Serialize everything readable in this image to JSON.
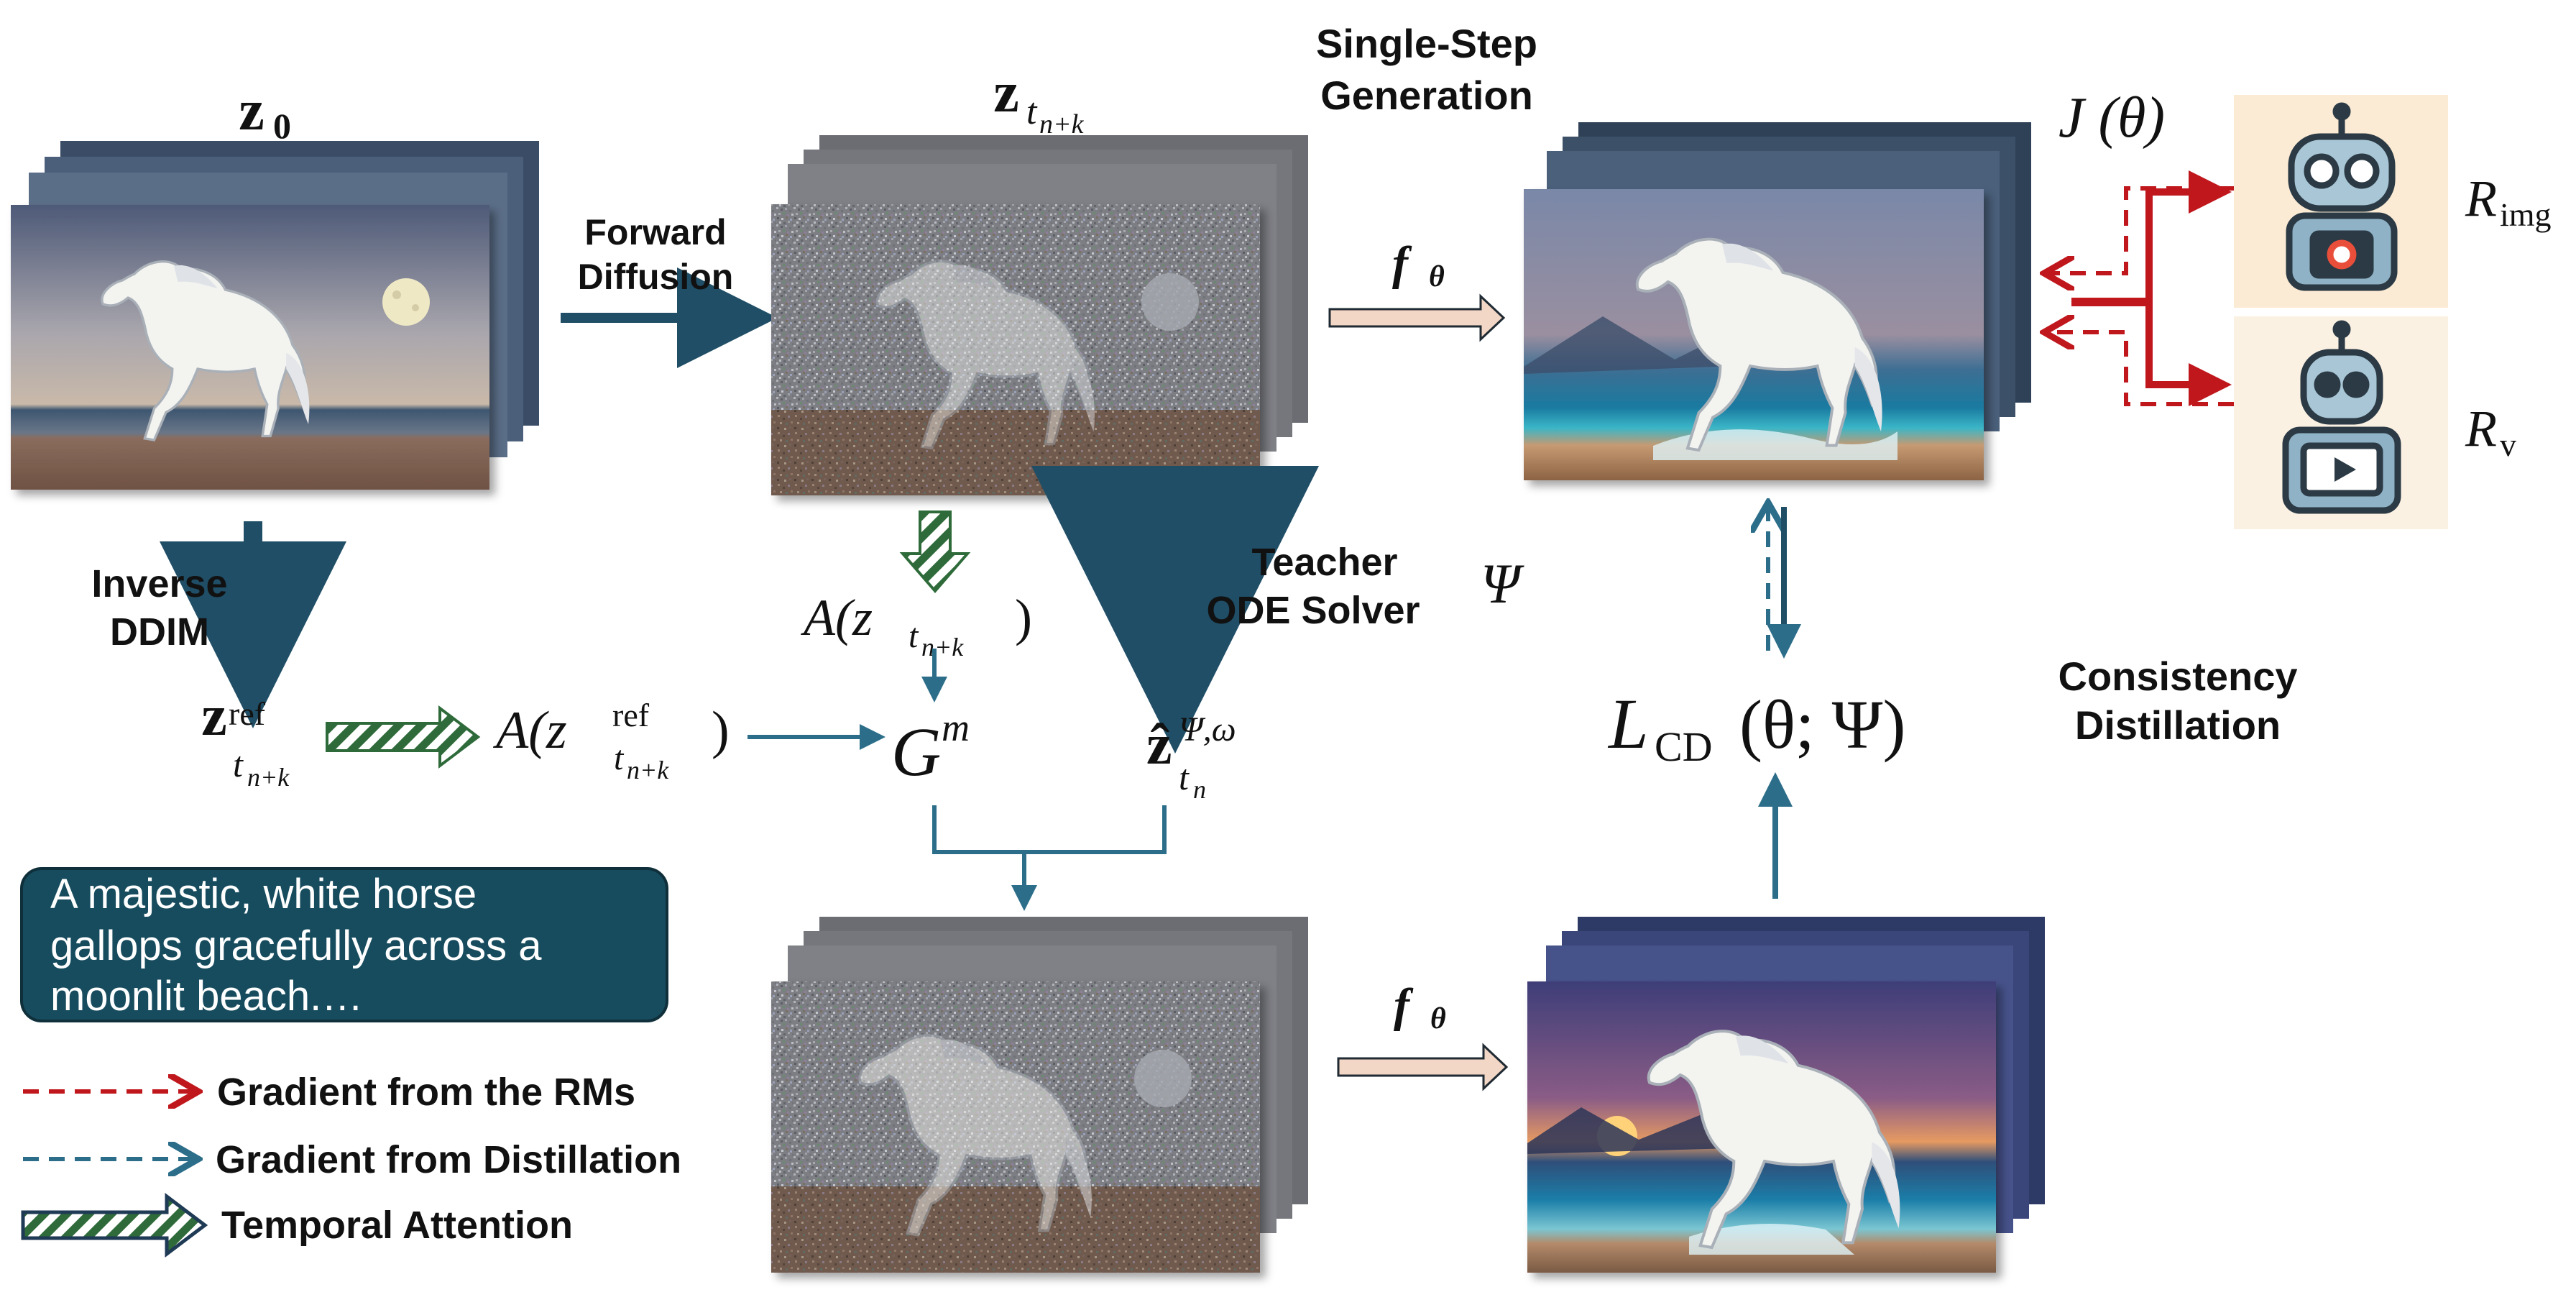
{
  "labels": {
    "forward_diffusion_1": "Forward",
    "forward_diffusion_2": "Diffusion",
    "inverse_ddim_1": "Inverse",
    "inverse_ddim_2": "DDIM",
    "single_step_1": "Single-Step",
    "single_step_2": "Generation",
    "teacher_1": "Teacher",
    "teacher_2": "ODE Solver",
    "consistency_1": "Consistency",
    "consistency_2": "Distillation"
  },
  "math": {
    "z0_main": "z",
    "z0_sub": "0",
    "ztnk_main": "z",
    "ztnk_sub": "t",
    "ztnk_subsub": "n+k",
    "f_theta_main": "f",
    "f_theta_sub": "θ",
    "f_theta2_main": "f",
    "f_theta2_sub": "θ",
    "J_theta": "J (θ)",
    "R_img_main": "R",
    "R_img_sub": "img",
    "R_v_main": "R",
    "R_v_sub": "v",
    "A_ztnk": "A(z",
    "A_ztnk_sub": "t",
    "A_ztnk_subsub": "n+k",
    "A_ztnk_close": ")",
    "psi": "Ψ",
    "zref_main": "z",
    "zref_sup": "ref",
    "zref_sub": "t",
    "zref_subsub": "n+k",
    "A_zref_open": "A(z",
    "A_zref_sup": "ref",
    "A_zref_sub": "t",
    "A_zref_subsub": "n+k",
    "A_zref_close": ")",
    "G_main": "G",
    "G_sup": "m",
    "zhat_main": "ẑ",
    "zhat_sup": "Ψ,ω",
    "zhat_sub": "t",
    "zhat_subsub": "n",
    "L_main": "L",
    "L_sub": "CD",
    "L_args": "(θ; Ψ)"
  },
  "prompt": {
    "line1": "A majestic, white horse",
    "line2": "gallops gracefully across a",
    "line3": "moonlit beach.…"
  },
  "legend": {
    "rm_gradient": "Gradient from the RMs",
    "distill_gradient": "Gradient from Distillation",
    "temporal_attention": "Temporal Attention"
  },
  "colors": {
    "arrow_navy": "#1f4e66",
    "arrow_teal": "#2c6e8a",
    "rm_red": "#c0171d",
    "prompt_box": "#174c5e",
    "stripe_green": "#2f6b3a",
    "peach_arrow": "#f3d7c6",
    "robot_bg": "#fbead4"
  },
  "icons": {
    "robot_img": "robot-camera-icon",
    "robot_video": "robot-video-icon"
  }
}
